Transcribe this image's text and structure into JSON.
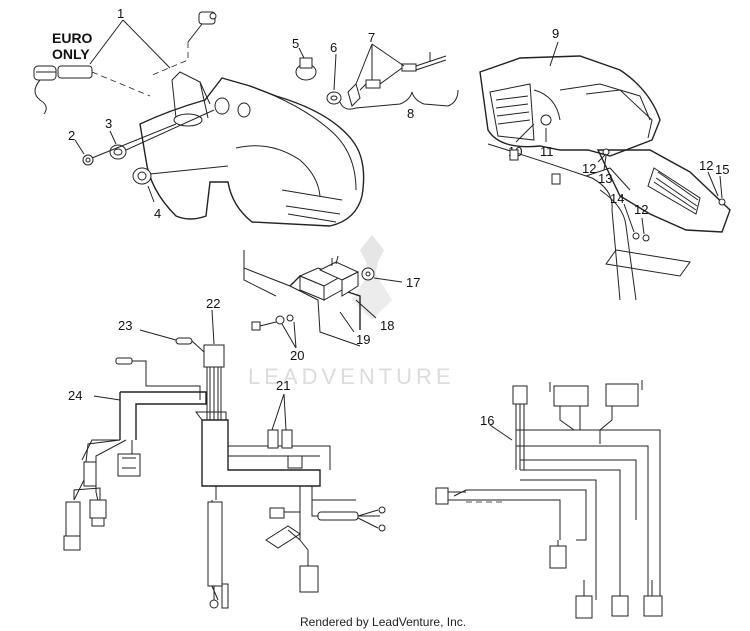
{
  "note": {
    "euro_line1": "EURO",
    "euro_line2": "ONLY"
  },
  "callouts": {
    "c1": "1",
    "c2": "2",
    "c3": "3",
    "c4": "4",
    "c5": "5",
    "c6": "6",
    "c7": "7",
    "c8": "8",
    "c9": "9",
    "c10": "10",
    "c11": "11",
    "c12a": "12",
    "c12b": "12",
    "c12c": "12",
    "c13": "13",
    "c14": "14",
    "c15": "15",
    "c16": "16",
    "c17": "17",
    "c18": "18",
    "c19": "19",
    "c20": "20",
    "c21": "21",
    "c22": "22",
    "c23": "23",
    "c24": "24"
  },
  "watermark": "LEADVENTURE",
  "footer": "Rendered by LeadVenture, Inc."
}
